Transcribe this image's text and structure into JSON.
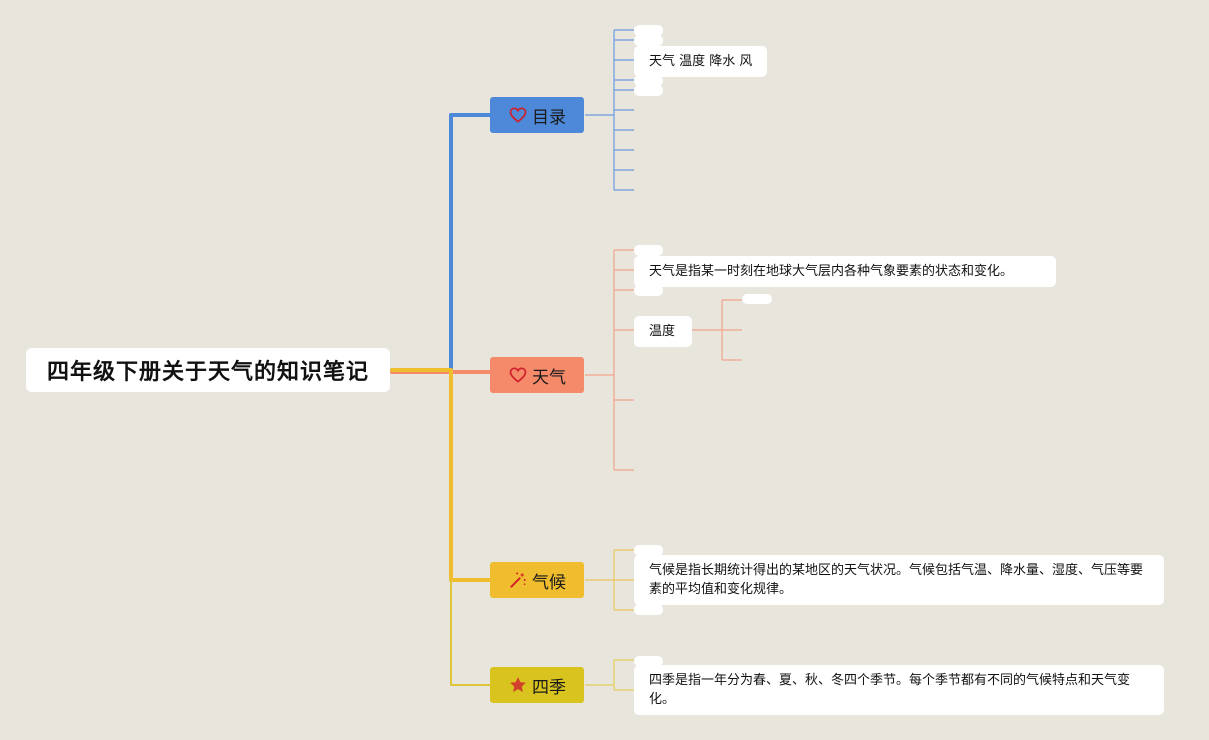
{
  "root": {
    "title": "四年级下册关于天气的知识笔记"
  },
  "colors": {
    "blue": "#4d88d9",
    "orange": "#f48a6a",
    "yellow": "#f0bd2e",
    "olive": "#d9c31f",
    "root_connector": "#f0bd2e"
  },
  "branches": {
    "mulu": {
      "label": "目录",
      "icon": "heart-outline-icon",
      "leaf": "天气 温度 降水 风"
    },
    "tianqi": {
      "label": "天气",
      "icon": "heart-outline-icon",
      "leaf": "天气是指某一时刻在地球大气层内各种气象要素的状态和变化。",
      "sub_label": "温度"
    },
    "qihou": {
      "label": "气候",
      "icon": "magic-wand-icon",
      "leaf": "气候是指长期统计得出的某地区的天气状况。气候包括气温、降水量、湿度、气压等要素的平均值和变化规律。"
    },
    "siji": {
      "label": "四季",
      "icon": "star-icon",
      "leaf": "四季是指一年分为春、夏、秋、冬四个季节。每个季节都有不同的气候特点和天气变化。"
    }
  }
}
